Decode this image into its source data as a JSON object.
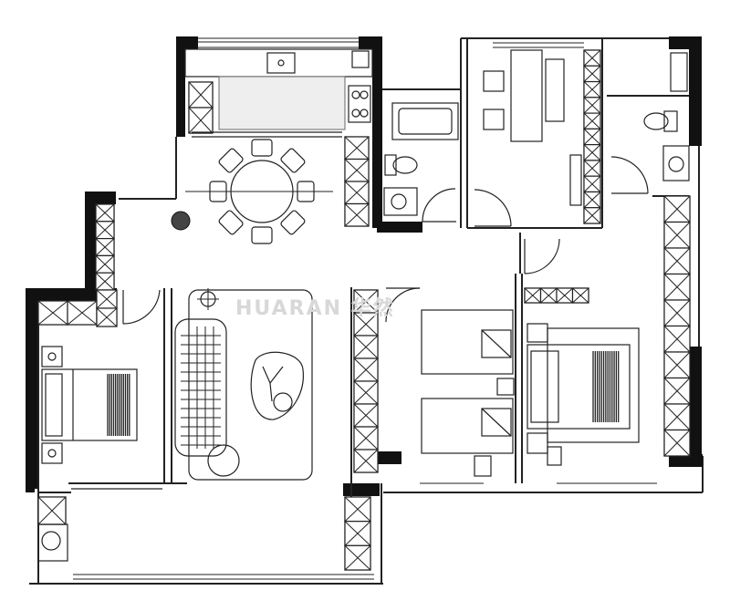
{
  "watermark": "HUARAN 华然",
  "icons": [
    "floor-plan",
    "bed",
    "sofa",
    "dining-table",
    "toilet",
    "sink",
    "bathtub",
    "stove",
    "wardrobe",
    "door"
  ]
}
